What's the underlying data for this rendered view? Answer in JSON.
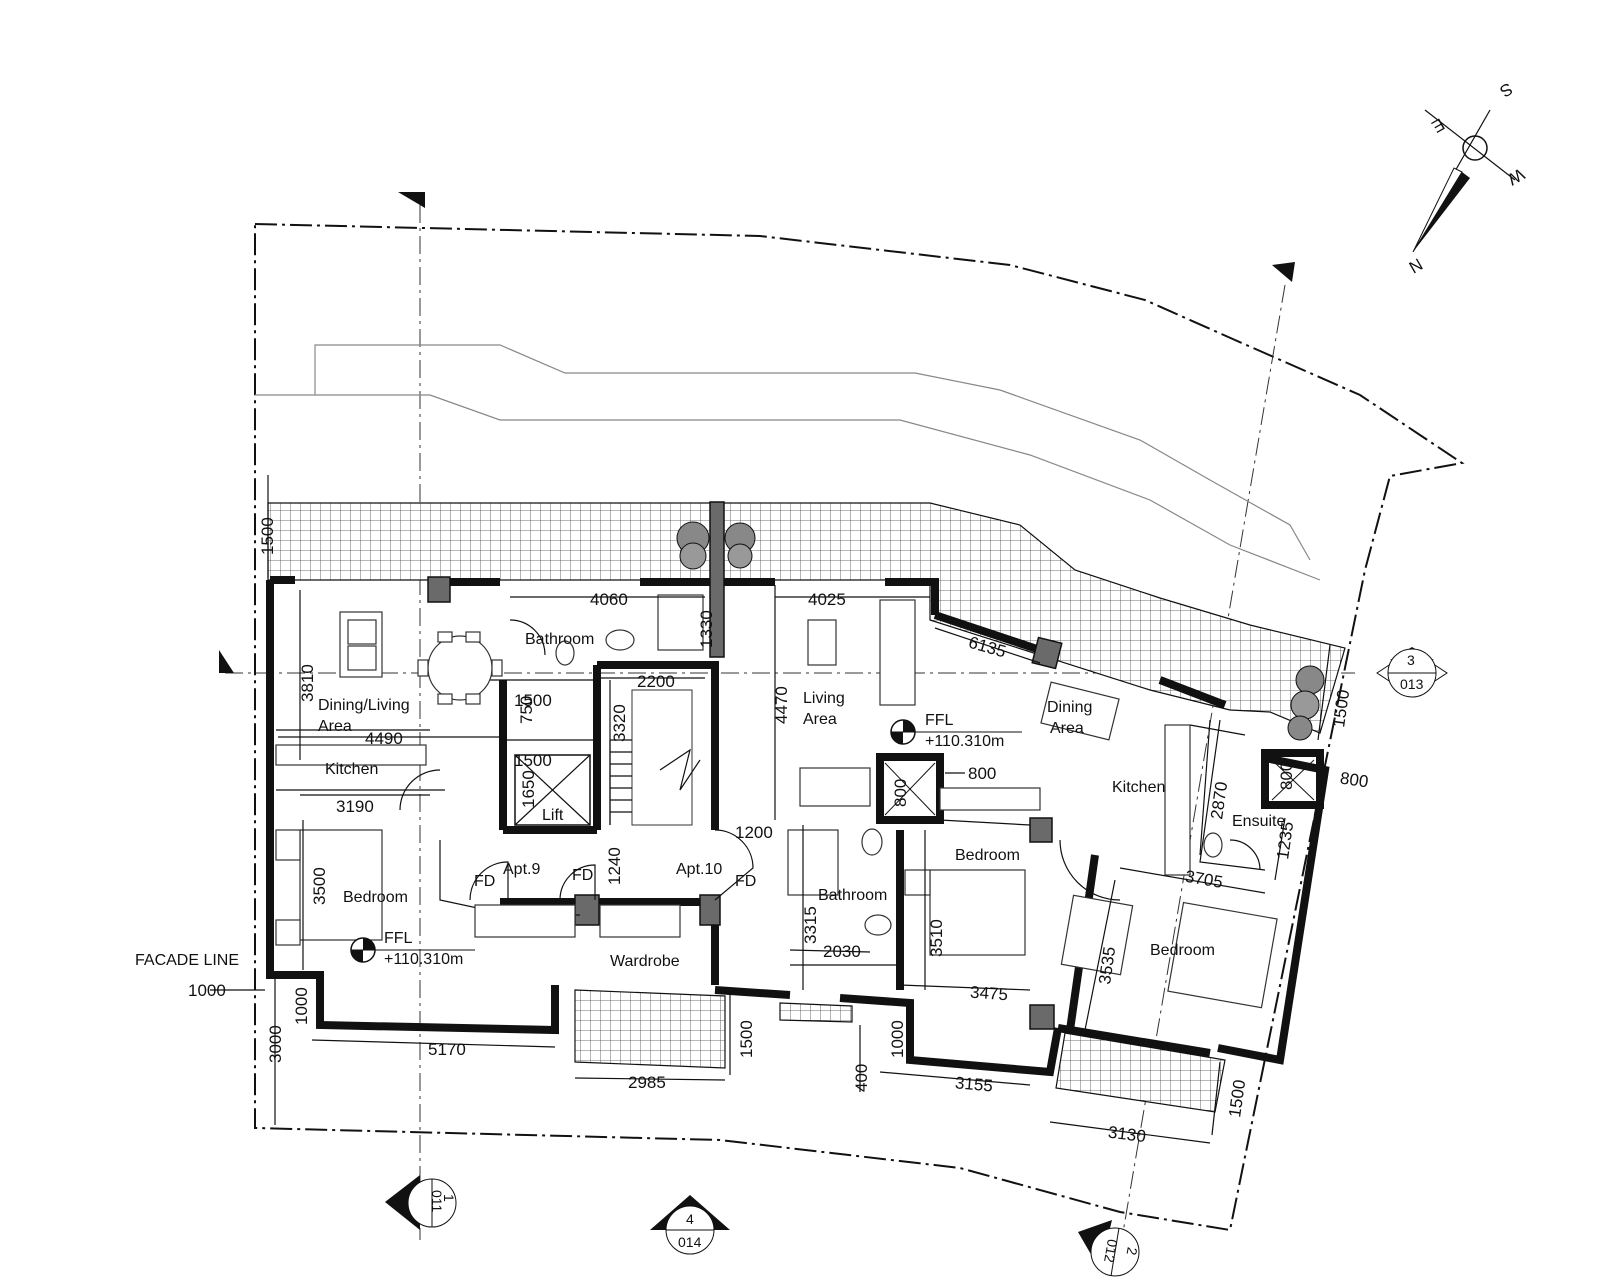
{
  "rooms": {
    "dining_living_left": "Dining/Living",
    "dining_living_left_2": "Area",
    "bathroom_top": "Bathroom",
    "kitchen_left": "Kitchen",
    "bedroom_left": "Bedroom",
    "lift": "Lift",
    "wardrobe": "Wardrobe",
    "living_area": "Living",
    "living_area_2": "Area",
    "dining_area": "Dining",
    "dining_area_2": "Area",
    "kitchen_right": "Kitchen",
    "ensuite": "Ensuite",
    "bedroom_mid": "Bedroom",
    "bathroom_mid": "Bathroom",
    "bedroom_right": "Bedroom"
  },
  "labels": {
    "apt9": "Apt.9",
    "apt10": "Apt.10",
    "fd": "FD",
    "facade_line": "FACADE LINE",
    "ffl": "FFL",
    "ffl_value": "+110.310m"
  },
  "dimensions": {
    "d1500_top_left": "1500",
    "d4060": "4060",
    "d1330": "1330",
    "d4025": "4025",
    "d6135": "6135",
    "d3810": "3810",
    "d750": "750",
    "d1500_a": "1500",
    "d2200": "2200",
    "d3320": "3320",
    "d4490": "4490",
    "d1500_b": "1500",
    "d1650": "1650",
    "d4470": "4470",
    "d800_a": "800",
    "d800_b": "800",
    "d800_c": "800",
    "d800_d": "800",
    "d3190": "3190",
    "d1200": "1200",
    "d1240": "1240",
    "d2870": "2870",
    "d1235": "1235",
    "d3705": "3705",
    "d1500_right": "1500",
    "d3500": "3500",
    "d3315": "3315",
    "d3510": "3510",
    "d3535": "3535",
    "d2030": "2030",
    "d3475": "3475",
    "d1000_a": "1000",
    "d1000_b": "1000",
    "d1000_c": "1000",
    "d3000": "3000",
    "d5170": "5170",
    "d2985": "2985",
    "d1500_c": "1500",
    "d400": "400",
    "d3155": "3155",
    "d3130": "3130",
    "d1500_d": "1500"
  },
  "section_markers": {
    "s1_num": "1",
    "s1_sheet": "011",
    "s2_num": "2",
    "s2_sheet": "012",
    "s3_num": "3",
    "s3_sheet": "013",
    "s4_num": "4",
    "s4_sheet": "014"
  },
  "compass": {
    "n": "N",
    "s": "S",
    "e": "E",
    "w": "W"
  }
}
